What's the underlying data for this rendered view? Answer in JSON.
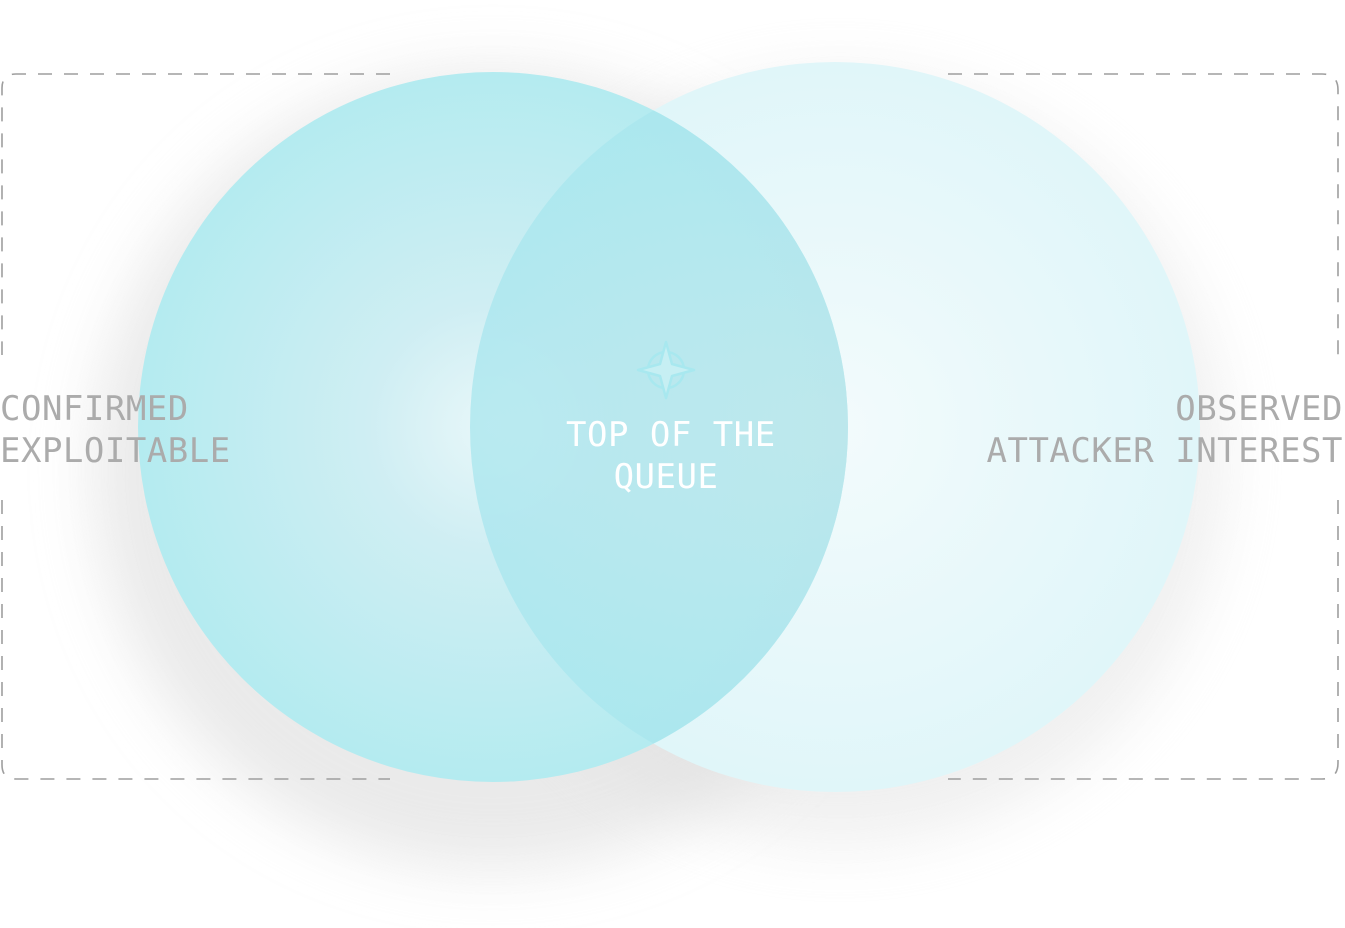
{
  "diagram": {
    "left_set": {
      "line1": "CONFIRMED",
      "line2": "EXPLOITABLE"
    },
    "right_set": {
      "line1": "OBSERVED",
      "line2": "ATTACKER INTEREST"
    },
    "intersection": {
      "line1": "TOP OF THE",
      "line2": "QUEUE",
      "icon": "compass-star-icon"
    }
  },
  "colors": {
    "accent": "#a8e8ef",
    "accent_light": "#e2f6f9",
    "label_gray": "#ababab",
    "dash_gray": "#9e9e9e",
    "center_text": "#ffffff"
  }
}
